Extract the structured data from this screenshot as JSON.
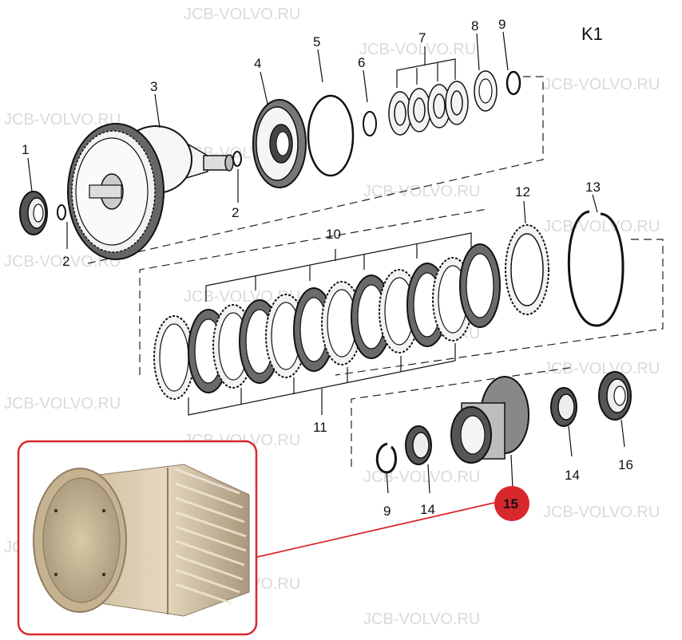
{
  "diagram": {
    "title": "K1",
    "watermark": "JCB-VOLVO.RU",
    "highlight_color": "#d9272e",
    "callouts": {
      "c1": "1",
      "c2a": "2",
      "c2b": "2",
      "c3": "3",
      "c4": "4",
      "c5": "5",
      "c6": "6",
      "c7": "7",
      "c8": "8",
      "c9a": "9",
      "c9b": "9",
      "c10": "10",
      "c11": "11",
      "c12": "12",
      "c13": "13",
      "c14a": "14",
      "c14b": "14",
      "c15": "15",
      "c16": "16"
    }
  }
}
